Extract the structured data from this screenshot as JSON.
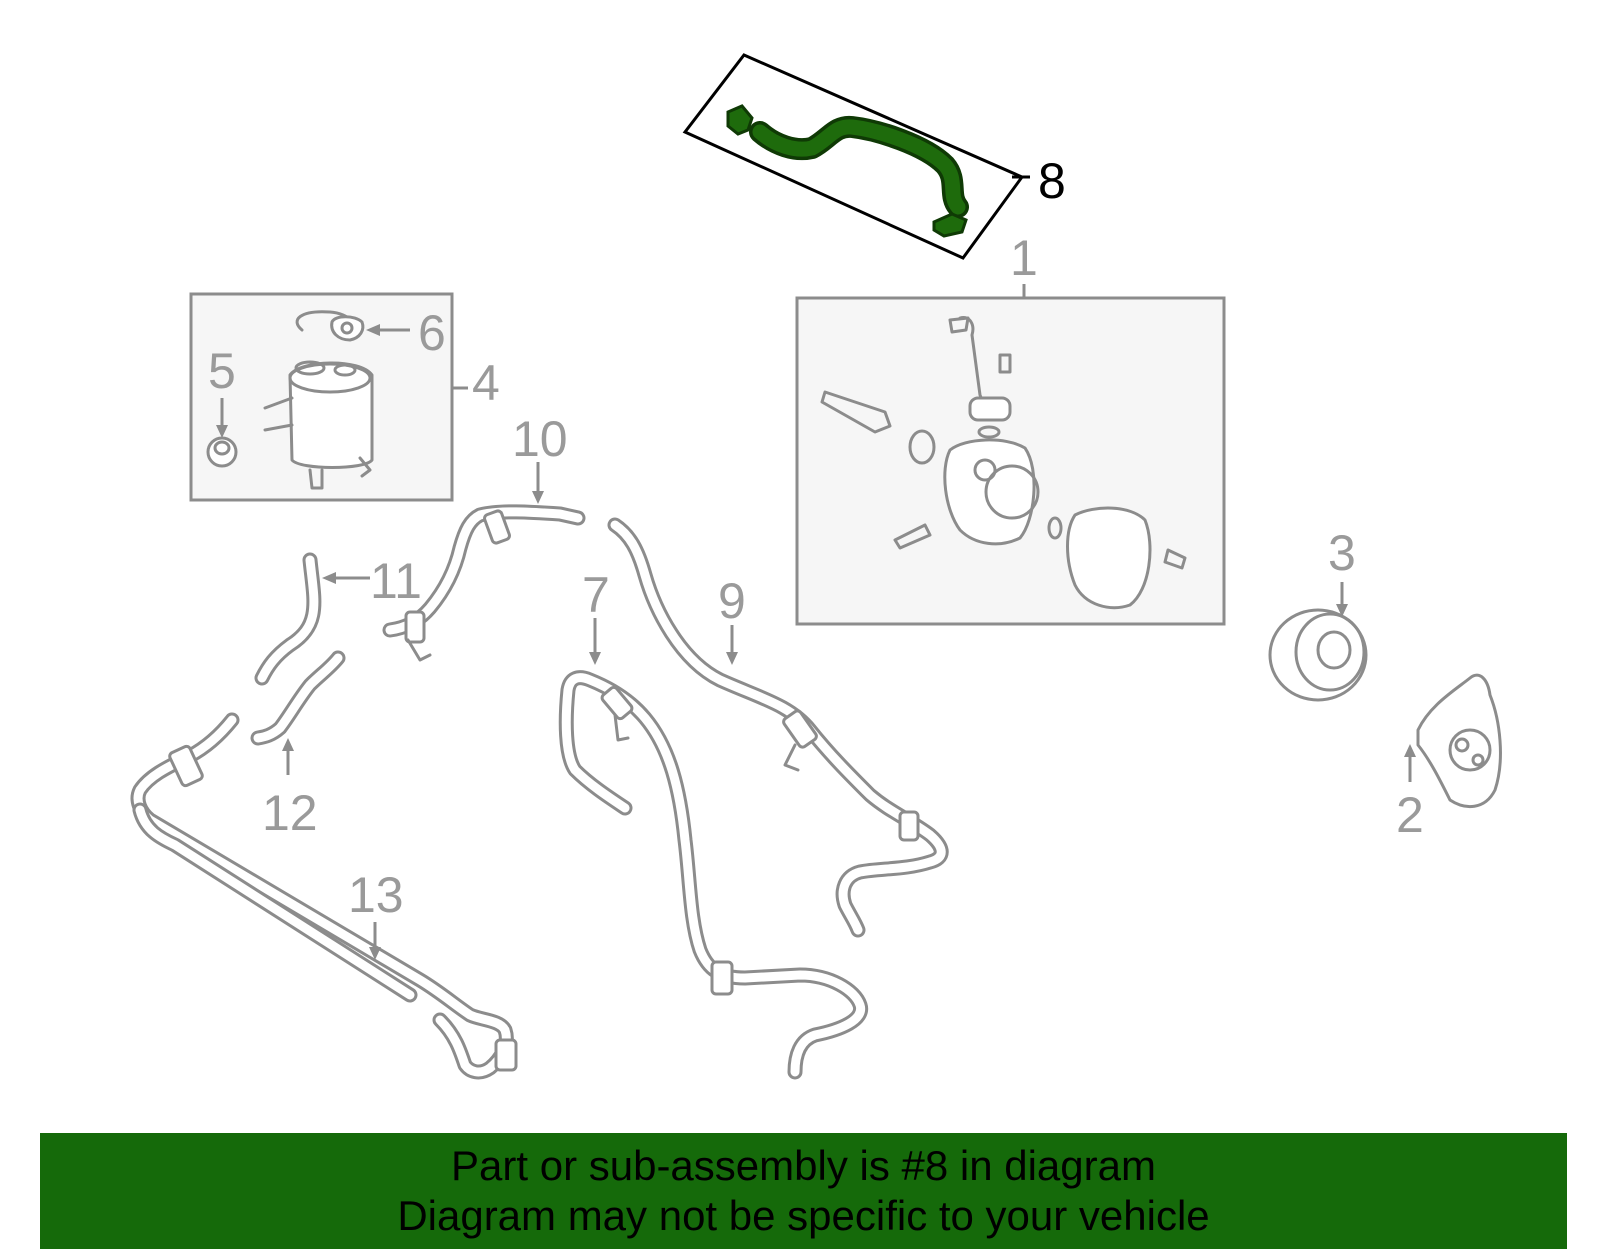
{
  "callouts": {
    "c1": "1",
    "c2": "2",
    "c3": "3",
    "c4": "4",
    "c5": "5",
    "c6": "6",
    "c7": "7",
    "c8": "8",
    "c9": "9",
    "c10": "10",
    "c11": "11",
    "c12": "12",
    "c13": "13"
  },
  "highlight": {
    "part_number": "8",
    "color": "#1e6b0c"
  },
  "banner": {
    "line1": "Part or sub-assembly is #8 in diagram",
    "line2": "Diagram may not be specific to your vehicle",
    "background": "#156a0a"
  }
}
